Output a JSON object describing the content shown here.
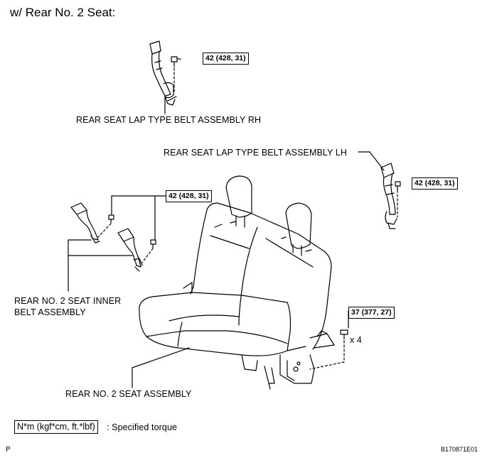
{
  "title": "w/ Rear No. 2 Seat:",
  "torque_labels": {
    "rh_belt": "42 (428, 31)",
    "inner_belt": "42 (428, 31)",
    "lh_belt": "42 (428, 31)",
    "seat": "37 (377, 27)"
  },
  "quantity": "x 4",
  "parts": {
    "rh_belt": "REAR SEAT LAP TYPE BELT ASSEMBLY RH",
    "lh_belt": "REAR SEAT LAP TYPE BELT ASSEMBLY LH",
    "inner_belt_line1": "REAR NO. 2 SEAT INNER",
    "inner_belt_line2": "BELT ASSEMBLY",
    "seat": "REAR NO. 2 SEAT ASSEMBLY"
  },
  "legend": {
    "unit": "N*m (kgf*cm, ft.*lbf)",
    "text": ": Specified torque"
  },
  "footer": {
    "left": "P",
    "right": "B170871E01"
  }
}
